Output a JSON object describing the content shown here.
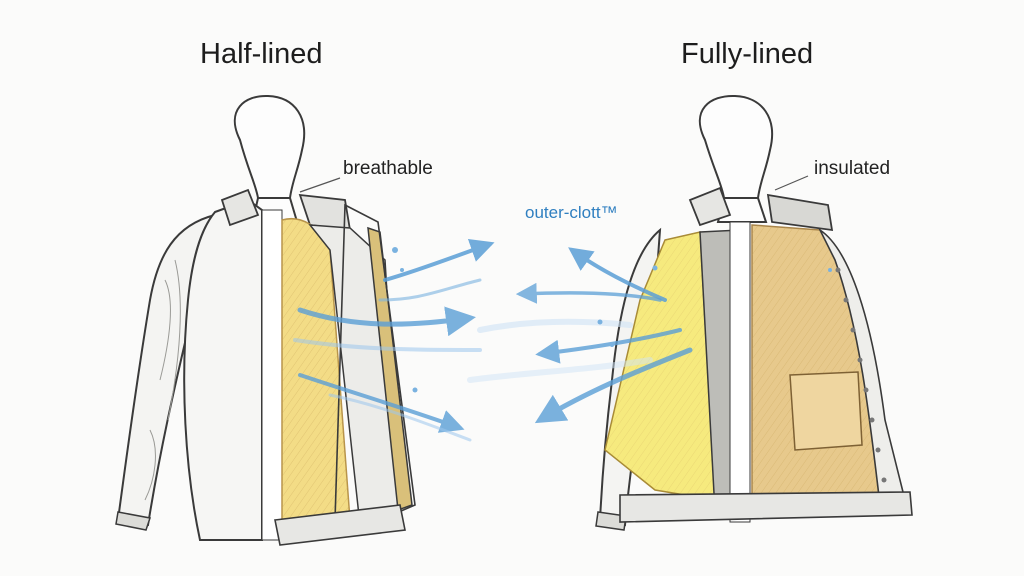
{
  "panels": {
    "left": {
      "title": "Half-lined",
      "callout": "breathable"
    },
    "right": {
      "title": "Fully-lined",
      "callout": "insulated"
    }
  },
  "center": {
    "label": "outer-clott™"
  },
  "colors": {
    "lining_yellow": "#f3dc86",
    "bright_yellow": "#f6ea7e",
    "tan_lining": "#e7c98c",
    "airflow_blue": "#5b9fd6",
    "jacket_shell": "#f4f4f2",
    "outline": "#3a3a3a"
  }
}
